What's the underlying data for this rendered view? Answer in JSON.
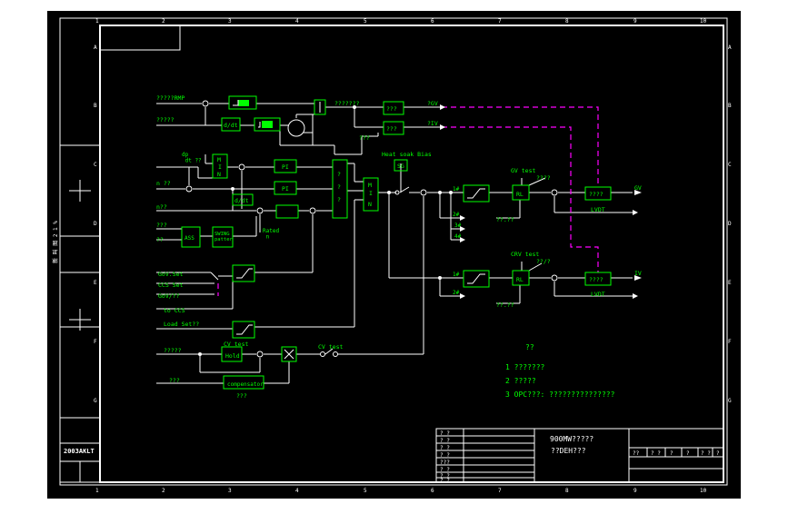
{
  "colors": {
    "background": "#000000",
    "frame": "#ffffff",
    "signal": "#00ff00",
    "link": "#ff00ff",
    "page": "#ffffff"
  },
  "drawing": {
    "stamp_code": "2003AKLT",
    "side_code": "新 叫 图 2 1 %",
    "col_numbers": [
      "1",
      "2",
      "3",
      "4",
      "5",
      "6",
      "7",
      "8",
      "9",
      "10"
    ],
    "row_letters": [
      "A",
      "B",
      "C",
      "D",
      "E",
      "F",
      "G"
    ]
  },
  "labels": {
    "speed_rpm": "?????RMP",
    "speed_set": "?????",
    "ddt_1": "d/dt",
    "ddt_2": "d/dt",
    "out_1": "???????",
    "box_1": "???",
    "box_2": "???",
    "box_3": "???",
    "gv": "?GV",
    "iv": "?IV",
    "dp_dt": "dp\n dt ??",
    "n_1": "n ??",
    "n_2": "n??",
    "m": "M",
    "i": "I",
    "n_letter": "N",
    "pi_1": "PI",
    "pi_2": "PI",
    "q1": "?",
    "q2": "?",
    "q3": "?",
    "ass": "ASS",
    "swing": "SWING\npatter",
    "rated": "Rated\n n",
    "in_1": "???",
    "in_2": "??",
    "heat_soak": "Heat soak Bias",
    "sg": "SG",
    "n1": "1#",
    "n2": "2#",
    "n3": "3#",
    "n4": "4#",
    "n1b": "1#",
    "n2b": "2#",
    "gv_test": "GV test",
    "crv_test": "CRV test",
    "rl_1": "RL",
    "rl_2": "RL",
    "q4": "????",
    "q5": "??/?",
    "gv_box": "????",
    "iv_box": "????",
    "lvdt_1": "LVDT",
    "lvdt_2": "LVDT",
    "gv_out": "GV",
    "iv_out": "IV",
    "q6": "??.??",
    "q7": "??.??",
    "gov_set": "GoV.Set",
    "ccs_set": "CCS Set",
    "gov_q": "GoV/??",
    "to_ccs": "to CCS",
    "load_set": "Load Set??",
    "in_3": "?????",
    "cv_test": "CV test",
    "hold": "Hold",
    "cv_test_2": "CV test",
    "in_4": "???",
    "compensator": "compensator",
    "comp_sub": "???",
    "notes_title": "??",
    "note_1": "1   ???????",
    "note_2": "2   ?????",
    "note_3": "3   OPC???:  ???????????????"
  },
  "title_block": {
    "title_1": "900MW?????",
    "title_2": "??DEH???",
    "left_cells": [
      "? ?",
      "? ?",
      "? ?",
      "? ?",
      "???",
      "? ?",
      "? ?",
      "? ?"
    ],
    "right_cells": [
      "??",
      "? ?",
      "?",
      "?",
      "? ?",
      "?"
    ]
  }
}
